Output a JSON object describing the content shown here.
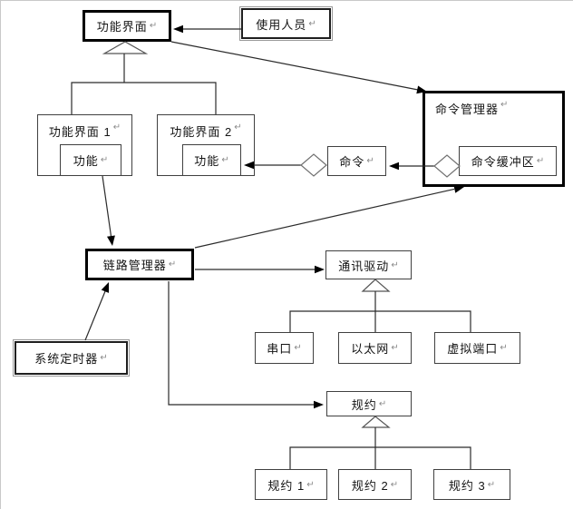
{
  "diagram": {
    "type": "uml-architecture-diagram",
    "language": "zh-CN"
  },
  "marks": {
    "return": "↵"
  },
  "colors": {
    "background": "#ffffff",
    "line": "#2b2b2b",
    "box_border": "#404040",
    "thick_border": "#000000",
    "double_border_outer": "#9a9a9a",
    "text": "#141414",
    "return_mark": "#8a8a8a"
  },
  "nodes": {
    "func_interface": {
      "label": "功能界面"
    },
    "user": {
      "label": "使用人员"
    },
    "func_interface_1": {
      "label": "功能界面 1"
    },
    "func_1": {
      "label": "功能"
    },
    "func_interface_2": {
      "label": "功能界面 2"
    },
    "func_2": {
      "label": "功能"
    },
    "command_manager": {
      "label": "命令管理器"
    },
    "command_buffer": {
      "label": "命令缓冲区"
    },
    "command": {
      "label": "命令"
    },
    "link_manager": {
      "label": "链路管理器"
    },
    "comm_driver": {
      "label": "通讯驱动"
    },
    "serial_port": {
      "label": "串口"
    },
    "ethernet": {
      "label": "以太网"
    },
    "virtual_port": {
      "label": "虚拟端口"
    },
    "system_timer": {
      "label": "系统定时器"
    },
    "protocol": {
      "label": "规约"
    },
    "protocol_1": {
      "label": "规约 1"
    },
    "protocol_2": {
      "label": "规约 2"
    },
    "protocol_3": {
      "label": "规约 3"
    }
  },
  "edges": {
    "user_to_func_interface": "association-arrow",
    "func_interface_to_command_manager": "association-arrow",
    "func_interface_generalization": "triangle-inheritance",
    "func1_to_link_manager": "association-arrow",
    "system_timer_to_link_manager": "association-arrow",
    "link_manager_to_command_manager": "association-arrow",
    "link_manager_to_comm_driver": "association-arrow",
    "link_manager_to_protocol": "association-arrow",
    "command_buffer_aggregates_command": "diamond-aggregation",
    "command_aggregates_func2": "diamond-aggregation",
    "comm_driver_generalization": "triangle-inheritance",
    "protocol_generalization": "triangle-inheritance"
  }
}
